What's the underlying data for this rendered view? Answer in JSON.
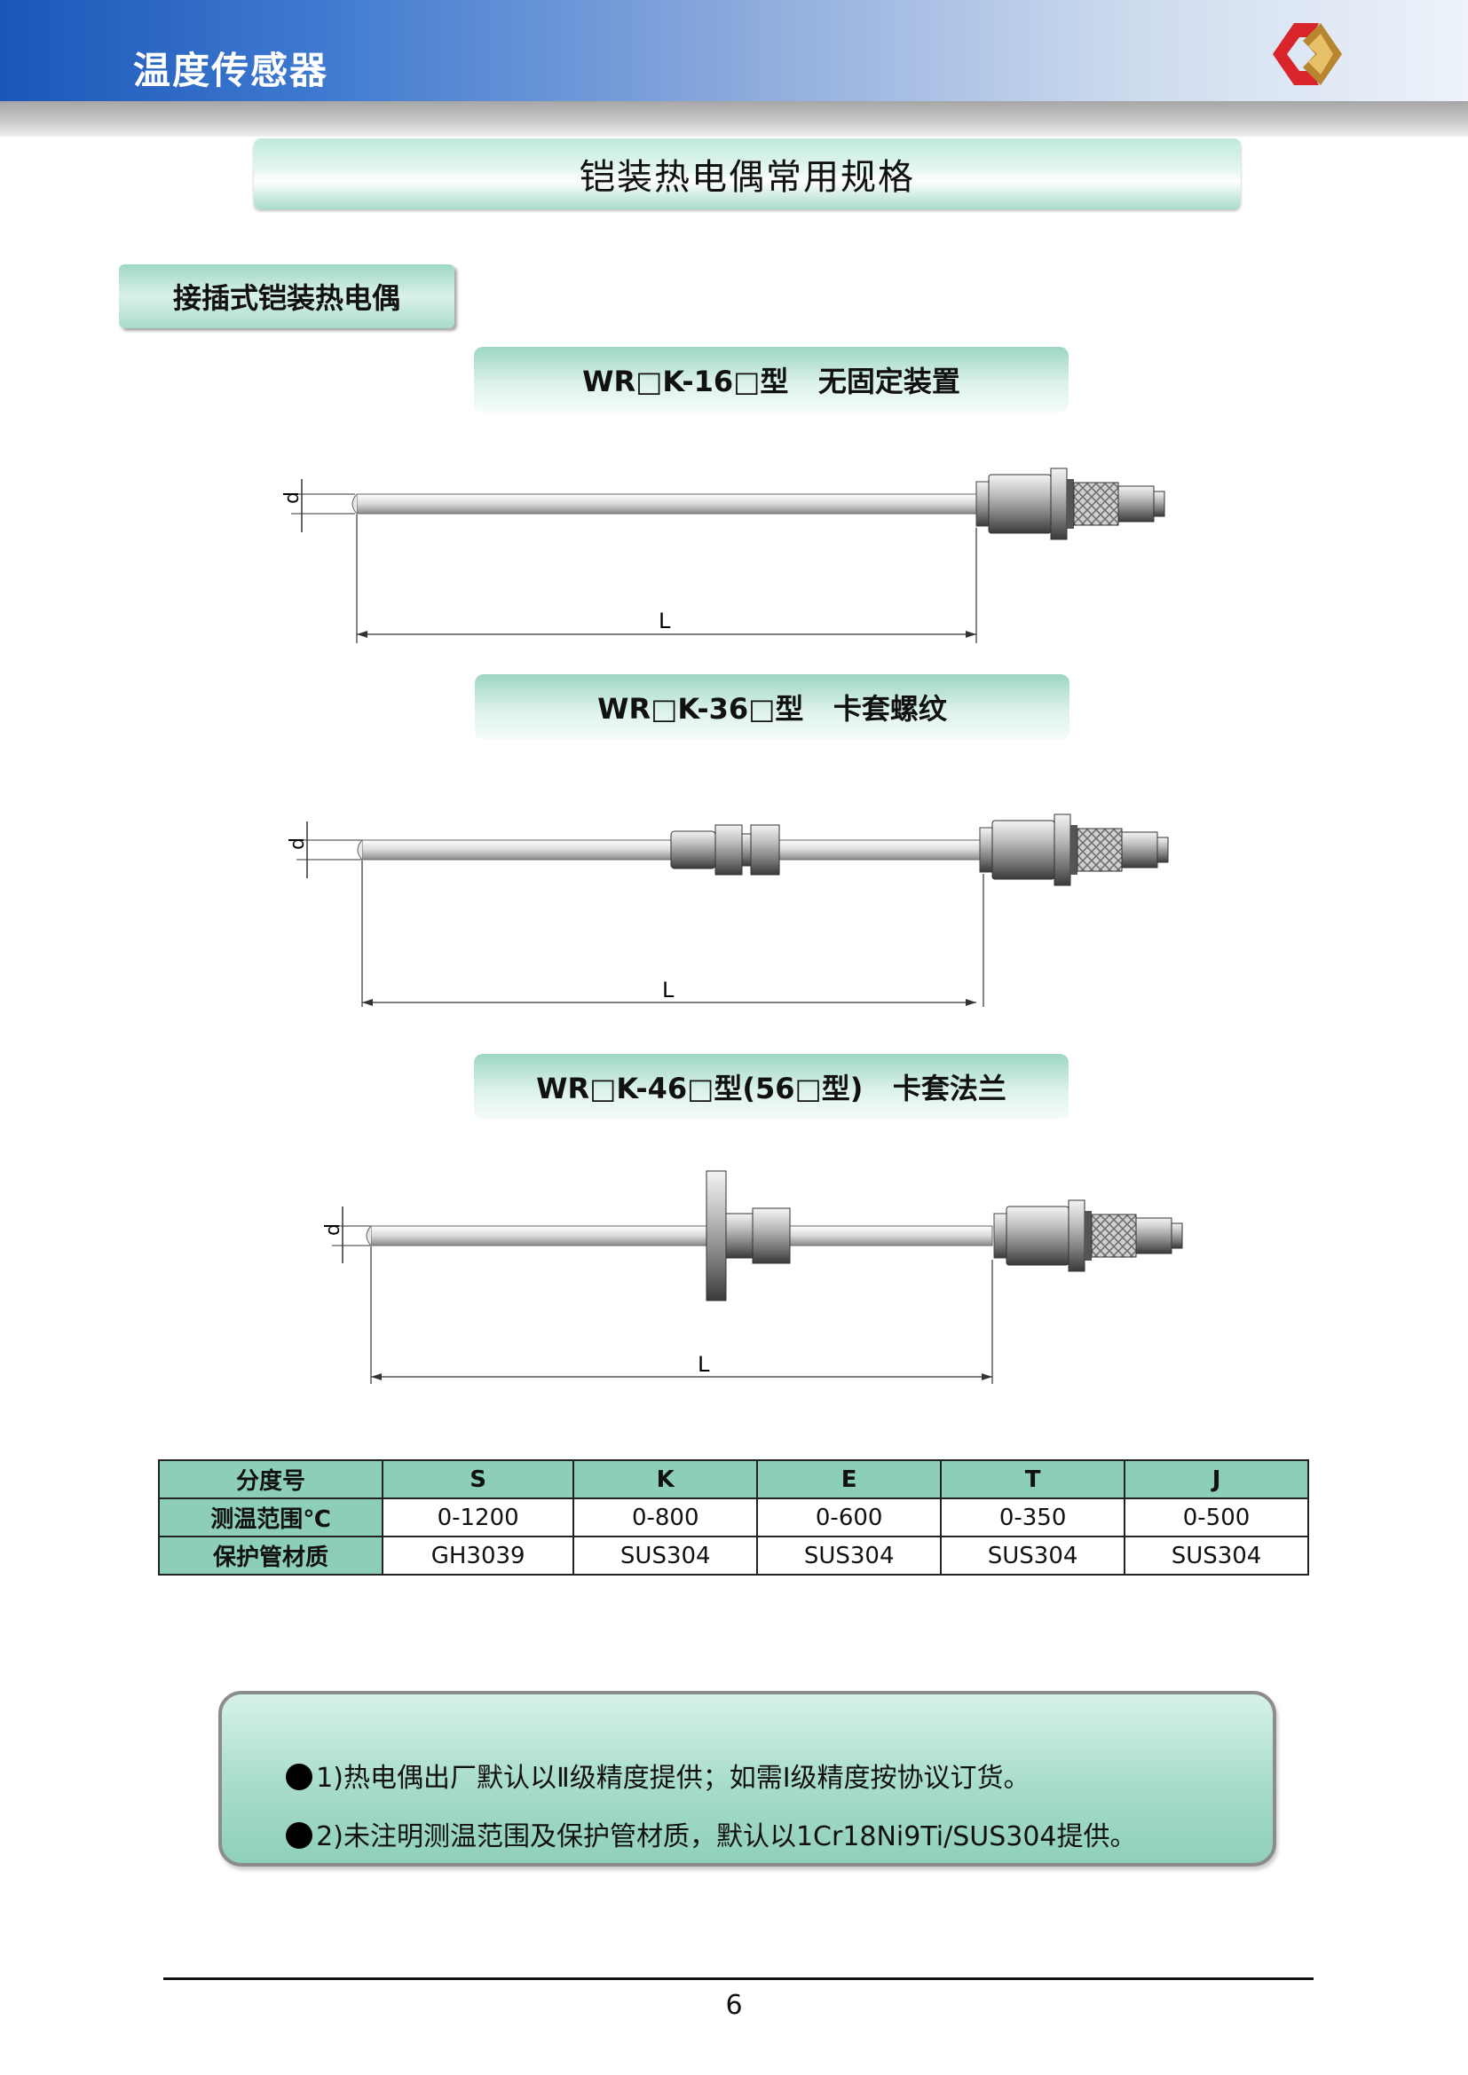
{
  "header": {
    "title": "温度传感器",
    "colors": {
      "band_start": "#1a56b8",
      "band_end": "#eef3fa",
      "logo_red": "#d8242a",
      "logo_gold": "#b8862e"
    }
  },
  "main_title": "铠装热电偶常用规格",
  "section_label": "接插式铠装热电偶",
  "models": [
    {
      "title": "WR□K-16□型   无固定装置",
      "dim_d": "d",
      "dim_L": "L"
    },
    {
      "title": "WR□K-36□型   卡套螺纹",
      "dim_d": "d",
      "dim_L": "L"
    },
    {
      "title": "WR□K-46□型(56□型)   卡套法兰",
      "dim_d": "d",
      "dim_L": "L"
    }
  ],
  "table": {
    "header": [
      "分度号",
      "S",
      "K",
      "E",
      "T",
      "J"
    ],
    "rows": [
      [
        "测温范围℃",
        "0-1200",
        "0-800",
        "0-600",
        "0-350",
        "0-500"
      ],
      [
        "保护管材质",
        "GH3039",
        "SUS304",
        "SUS304",
        "SUS304",
        "SUS304"
      ]
    ]
  },
  "notes": [
    "1)热电偶出厂默认以Ⅱ级精度提供；如需Ⅰ级精度按协议订货。",
    "2)未注明测温范围及保护管材质，默认以1Cr18Ni9Ti/SUS304提供。"
  ],
  "page_number": "6"
}
